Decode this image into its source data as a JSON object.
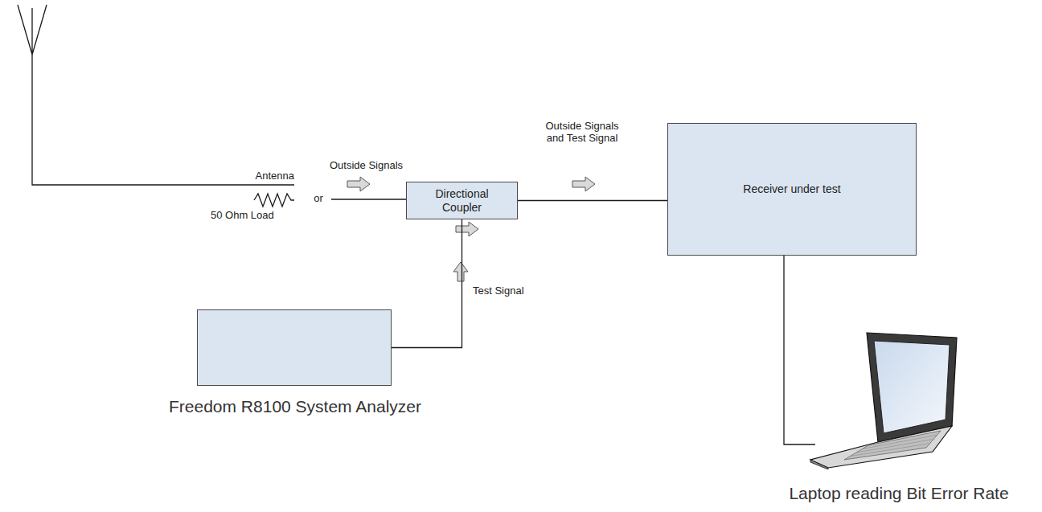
{
  "diagram": {
    "nodes": [
      {
        "text": [
          "Directional Coupler"
        ]
      },
      {
        "text": [
          "Receiver under test"
        ]
      },
      {
        "text": [
          "Freedom R8100 System Analyzer"
        ]
      },
      {
        "text": [
          "Laptop reading Bit Error Rate"
        ]
      }
    ],
    "edges": [
      {
        "from": 2,
        "to": 0,
        "arrow": "none"
      },
      {
        "from": 0,
        "to": 1,
        "arrow": "none"
      },
      {
        "from": 1,
        "to": 3,
        "arrow": "none"
      }
    ],
    "labels": [
      "Antenna",
      "or",
      "50 Ohm Load",
      "Outside Signals",
      "Outside Signals and Test Signal",
      "Test Signal"
    ]
  }
}
